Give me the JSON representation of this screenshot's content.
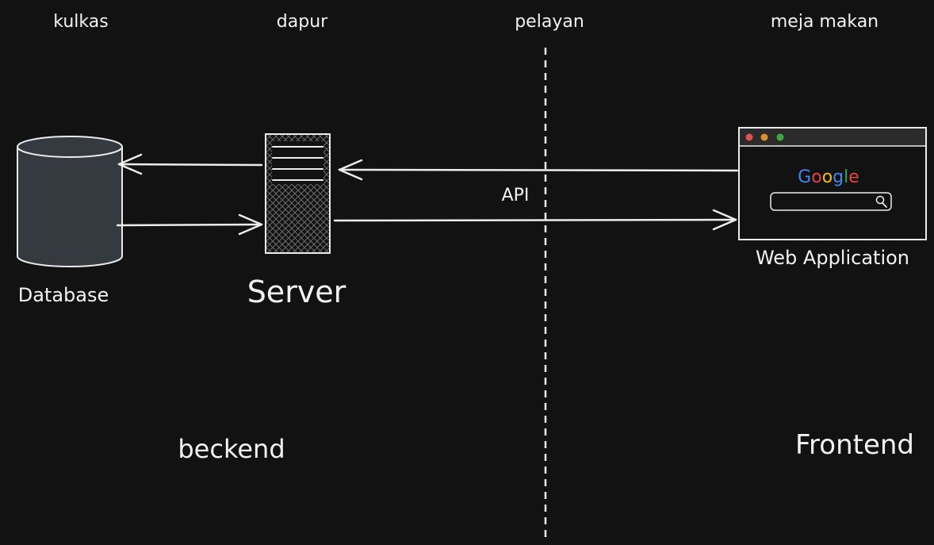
{
  "labels": {
    "kulkas": "kulkas",
    "dapur": "dapur",
    "pelayan": "pelayan",
    "meja_makan": "meja makan",
    "database": "Database",
    "server": "Server",
    "api": "API",
    "web_application": "Web Application",
    "beckend": "beckend",
    "frontend": "Frontend"
  },
  "browser": {
    "logo_letters": [
      {
        "ch": "G",
        "color": "#4285f4"
      },
      {
        "ch": "o",
        "color": "#ea4335"
      },
      {
        "ch": "o",
        "color": "#fbbc05"
      },
      {
        "ch": "g",
        "color": "#4285f4"
      },
      {
        "ch": "l",
        "color": "#34a853"
      },
      {
        "ch": "e",
        "color": "#ea4335"
      }
    ],
    "dots": [
      "#e05252",
      "#d9922e",
      "#3fa83f"
    ],
    "search_icon": "magnifier-icon"
  },
  "colors": {
    "background": "#121212",
    "stroke": "#ececec",
    "database_fill": "#343a40",
    "browser_bar": "#2b2b2b"
  }
}
